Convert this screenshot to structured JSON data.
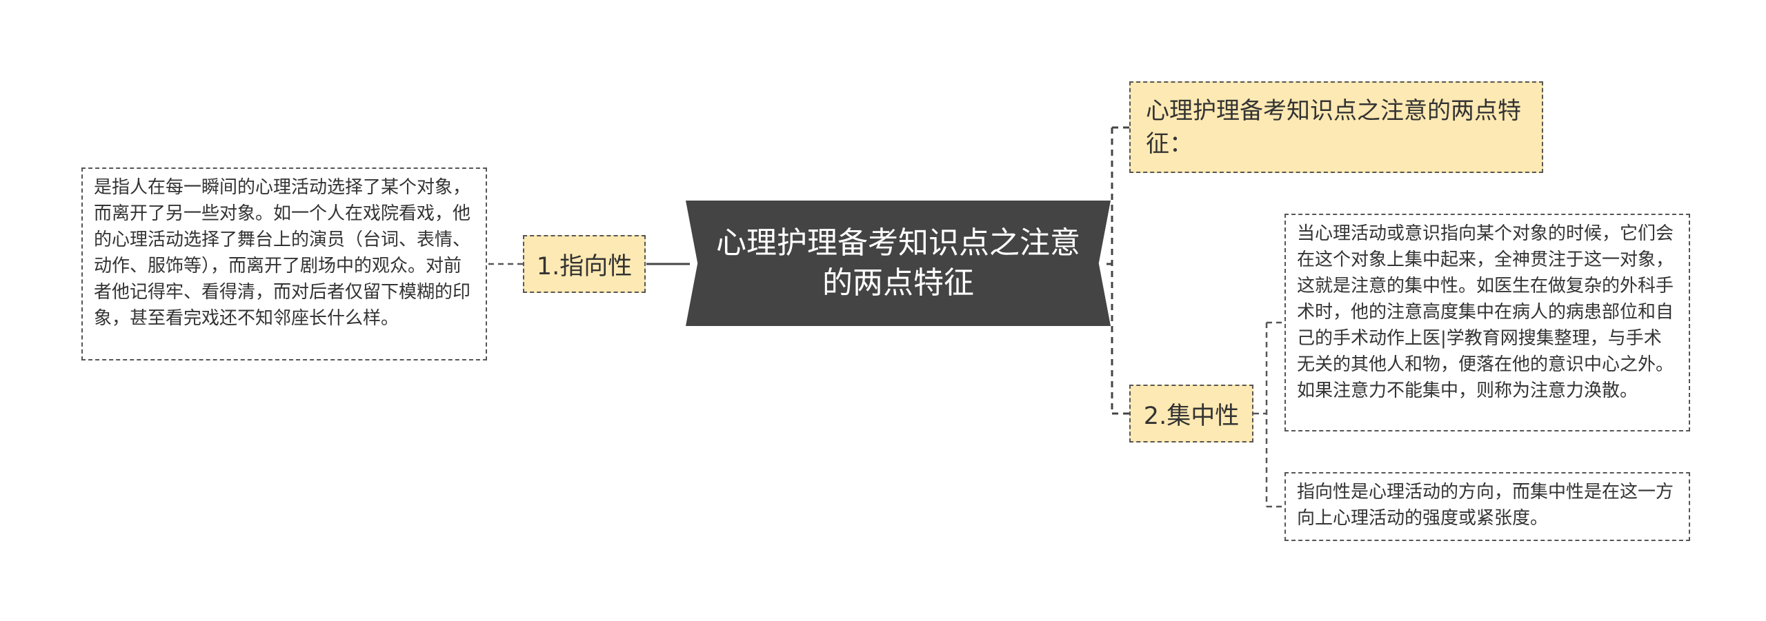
{
  "central": {
    "text": "心理护理备考知识点之注意的两点特征"
  },
  "title_node": {
    "text": "心理护理备考知识点之注意的两点特征："
  },
  "topics": [
    {
      "label": "1.指向性",
      "details": [
        "是指人在每一瞬间的心理活动选择了某个对象，而离开了另一些对象。如一个人在戏院看戏，他的心理活动选择了舞台上的演员（台词、表情、动作、服饰等），而离开了剧场中的观众。对前者他记得牢、看得清，而对后者仅留下模糊的印象，甚至看完戏还不知邻座长什么样。"
      ]
    },
    {
      "label": "2.集中性",
      "details": [
        "当心理活动或意识指向某个对象的时候，它们会在这个对象上集中起来，全神贯注于这一对象，这就是注意的集中性。如医生在做复杂的外科手术时，他的注意高度集中在病人的病患部位和自己的手术动作上医|学教育网搜集整理，与手术无关的其他人和物，便落在他的意识中心之外。如果注意力不能集中，则称为注意力涣散。",
        "指向性是心理活动的方向，而集中性是在这一方向上心理活动的强度或紧张度。"
      ]
    }
  ],
  "colors": {
    "central_bg": "#444444",
    "topic_bg": "#fde9b3",
    "border": "#555555",
    "text": "#333333"
  }
}
